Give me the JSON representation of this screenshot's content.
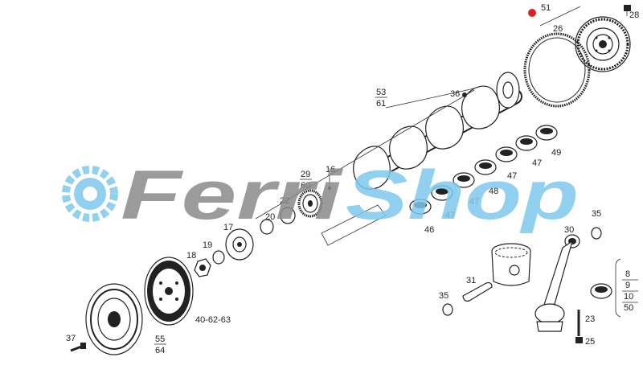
{
  "diagram": {
    "labels": {
      "p51": "51",
      "p28": "28",
      "p26": "26",
      "p53": "53",
      "p61": "61",
      "p36": "36",
      "p49": "49",
      "p47a": "47",
      "p47b": "47",
      "p47c": "47",
      "p47d": "47",
      "p48": "48",
      "p46": "46",
      "p29": "29",
      "p60": "60",
      "p16": "16",
      "p22": "22",
      "p20": "20",
      "p17": "17",
      "p19": "19",
      "p18": "18",
      "p406263": "40-62-63",
      "p55": "55",
      "p64": "64",
      "p37": "37",
      "p35a": "35",
      "p30": "30",
      "p31": "31",
      "p35b": "35",
      "p23": "23",
      "p25": "25",
      "p8": "8",
      "p9": "9",
      "p10": "10",
      "p50": "50"
    },
    "watermark": {
      "left": "Ferri",
      "right": "Shop",
      "gray": "#8a8a8a",
      "blue": "#7ec8ec"
    },
    "accent_dot": "#e02020"
  }
}
